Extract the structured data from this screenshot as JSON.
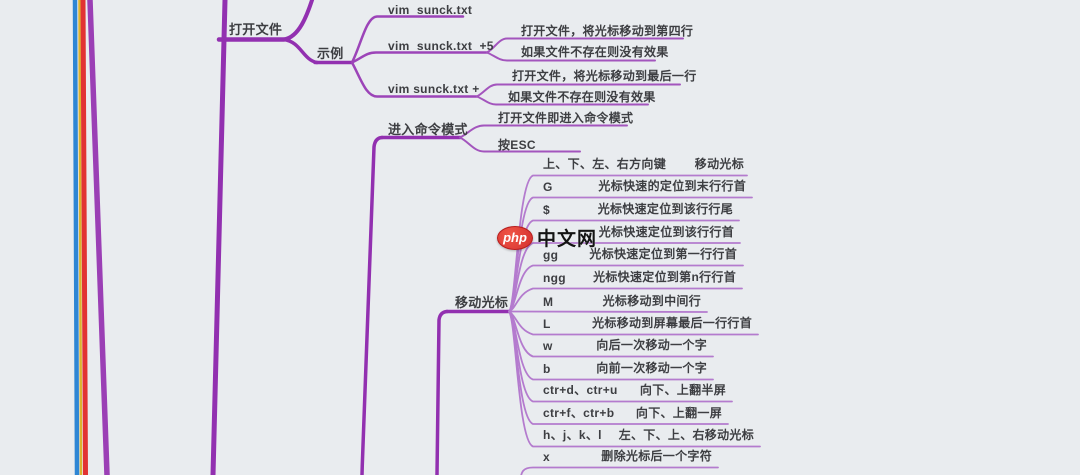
{
  "app": {
    "background": "#e9ecef",
    "branch_color_thick": "#9230b0",
    "branch_color_mid": "#9c44b8",
    "branch_color_leaf": "#aa6cc9",
    "trunk_colors": {
      "blue": "#2e86d4",
      "yellow": "#dcb32e",
      "red": "#e23333",
      "purple": "#9b3fb5"
    }
  },
  "watermark": {
    "badge": "php",
    "title": "中文网"
  },
  "branches": {
    "open_file": {
      "label": "打开文件"
    },
    "example": {
      "label": "示例"
    },
    "vim_examples": [
      {
        "label": "vim  sunck.txt"
      },
      {
        "label": "vim  sunck.txt  +5",
        "notes": [
          "打开文件，将光标移动到第四行",
          "如果文件不存在则没有效果"
        ]
      },
      {
        "label": "vim sunck.txt +",
        "notes": [
          "打开文件，将光标移动到最后一行",
          "如果文件不存在则没有效果"
        ]
      }
    ],
    "enter_cmd": {
      "label": "进入命令模式",
      "notes": [
        "打开文件即进入命令模式",
        "按ESC"
      ]
    },
    "move_cursor": {
      "label": "移动光标",
      "rows": [
        {
          "key": "上、下、左、右方向键",
          "desc": "移动光标"
        },
        {
          "key": "G",
          "desc": "光标快速的定位到末行行首"
        },
        {
          "key": "$",
          "desc": "光标快速定位到该行行尾"
        },
        {
          "key": "",
          "desc": "光标快速定位到该行行首"
        },
        {
          "key": "gg",
          "desc": "光标快速定位到第一行行首"
        },
        {
          "key": "ngg",
          "desc": "光标快速定位到第n行行首"
        },
        {
          "key": "M",
          "desc": "光标移动到中间行"
        },
        {
          "key": "L",
          "desc": "光标移动到屏幕最后一行行首"
        },
        {
          "key": "w",
          "desc": "向后一次移动一个字"
        },
        {
          "key": "b",
          "desc": "向前一次移动一个字"
        },
        {
          "key": "ctr+d、ctr+u",
          "desc": "向下、上翻半屏"
        },
        {
          "key": "ctr+f、ctr+b",
          "desc": "向下、上翻一屏"
        },
        {
          "key": "h、j、k、l",
          "desc": "左、下、上、右移动光标"
        }
      ]
    },
    "delete_row": {
      "key": "x",
      "desc": "删除光标后一个字符"
    }
  }
}
